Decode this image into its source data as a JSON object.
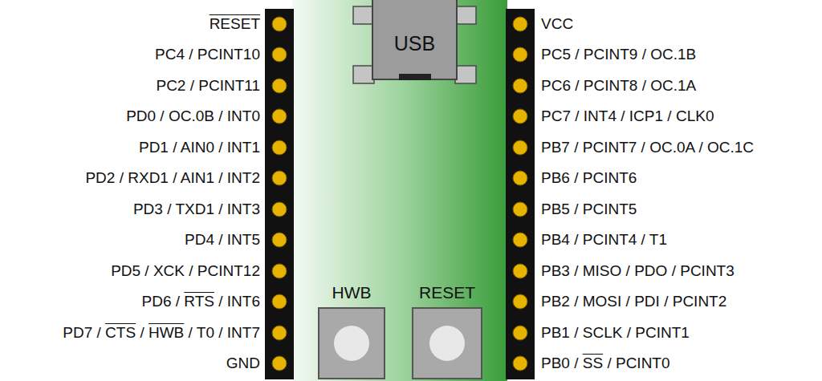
{
  "diagram": {
    "nodes": [
      {
        "text": [
          "USB"
        ]
      },
      {
        "text": [
          "HWB"
        ]
      },
      {
        "text": [
          "RESET"
        ]
      }
    ],
    "labels": [
      "RESET",
      "PC4 / PCINT10",
      "PC2 / PCINT11",
      "PD0 / OC.0B / INT0",
      "PD1 / AIN0 / INT1",
      "PD2 / RXD1 / AIN1 / INT2",
      "PD3 / TXD1 / INT3",
      "PD4 / INT5",
      "PD5 / XCK / PCINT12",
      "PD6 / RTS / INT6",
      "PD7 / CTS / HWB / T0 / INT7",
      "GND",
      "VCC",
      "PC5 / PCINT9 / OC.1B",
      "PC6 / PCINT8 / OC.1A",
      "PC7 / INT4 / ICP1 / CLK0",
      "PB7 / PCINT7 / OC.0A / OC.1C",
      "PB6 / PCINT6",
      "PB5 / PCINT5",
      "PB4 / PCINT4 / T1",
      "PB3 / MISO / PDO / PCINT3",
      "PB2 / MOSI / PDI / PCINT2",
      "PB1 / SCLK / PCINT1",
      "PB0 / SS / PCINT0"
    ]
  }
}
